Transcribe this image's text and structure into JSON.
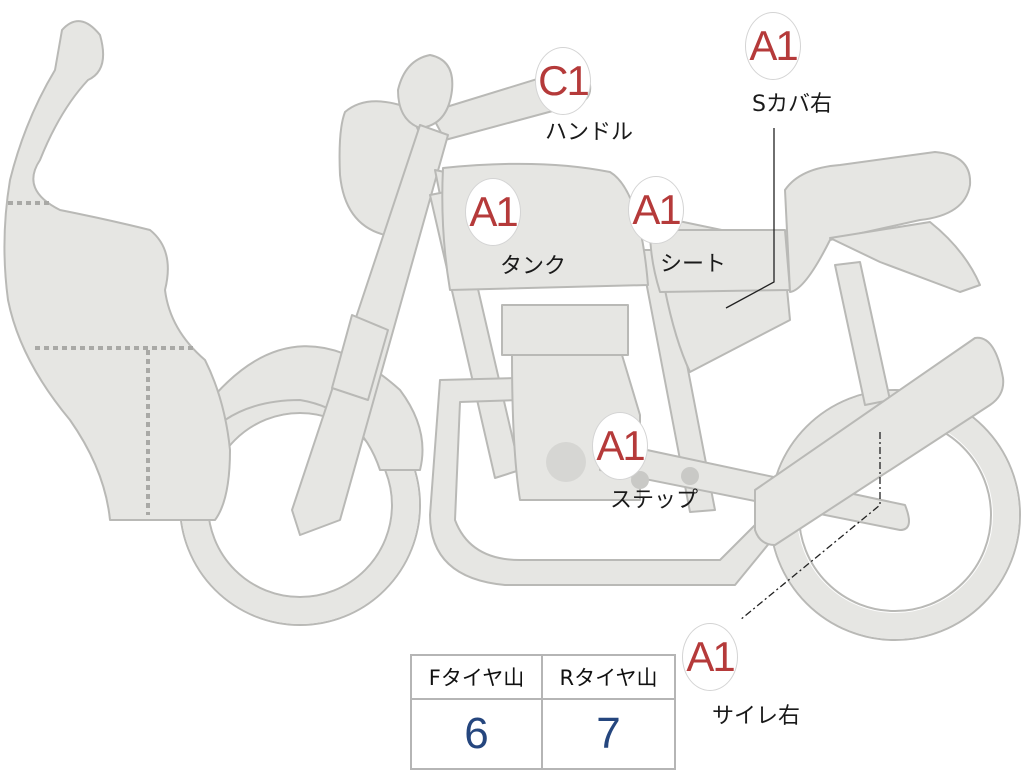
{
  "parts": [
    {
      "id": "handle",
      "grade": "C1",
      "label": "ハンドル"
    },
    {
      "id": "side-cover-right",
      "grade": "A1",
      "label": "Sカバ右"
    },
    {
      "id": "tank",
      "grade": "A1",
      "label": "タンク"
    },
    {
      "id": "seat",
      "grade": "A1",
      "label": "シート"
    },
    {
      "id": "step",
      "grade": "A1",
      "label": "ステップ"
    },
    {
      "id": "muffler-right",
      "grade": "A1",
      "label": "サイレ右"
    }
  ],
  "tire_table": {
    "headers": [
      "Fタイヤ山",
      "Rタイヤ山"
    ],
    "values": [
      "6",
      "7"
    ]
  },
  "colors": {
    "grade_text": "#b53a3a",
    "value_text": "#25467e",
    "bike_fill": "#e6e6e3",
    "bike_outline": "#b9b9b6"
  }
}
